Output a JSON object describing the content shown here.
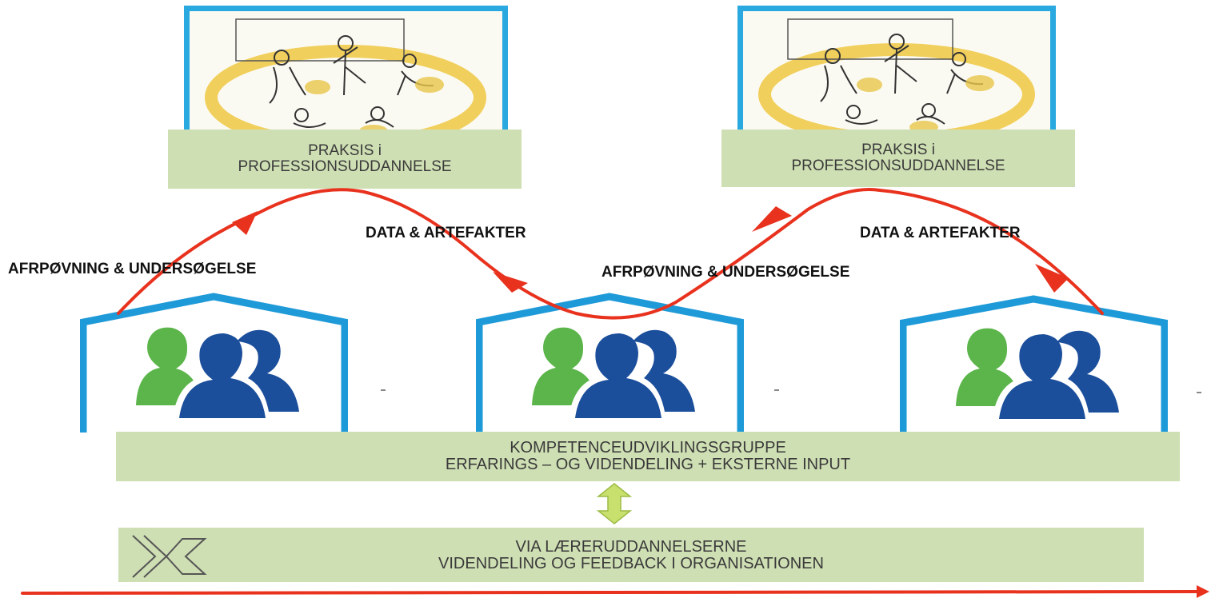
{
  "practice_boxes": [
    {
      "line1": "PRAKSIS i",
      "line2": "PROFESSIONSUDDANNELSE"
    },
    {
      "line1": "PRAKSIS i",
      "line2": "PROFESSIONSUDDANNELSE"
    }
  ],
  "arrow_labels": {
    "data_artefakter_1": "DATA & ARTEFAKTER",
    "data_artefakter_2": "DATA & ARTEFAKTER",
    "afproevning_1": "AFRPØVNING & UNDERSØGELSE",
    "afproevning_2": "AFRPØVNING & UNDERSØGELSE"
  },
  "competence_group": {
    "line1": "KOMPETENCEUDVIKLINGSGRUPPE",
    "line2": "ERFARINGS – OG VIDENDELING + EKSTERNE INPUT"
  },
  "organisation": {
    "line1": "VIA LÆRERUDDANNELSERNE",
    "line2": "VIDENDELING OG FEEDBACK I ORGANISATIONEN"
  },
  "colors": {
    "frame_blue": "#29a9df",
    "label_green": "#cfdfb4",
    "arrow_red": "#e8321e",
    "person_green": "#5bb54a",
    "person_navy": "#1b4e9b",
    "double_arrow": "#c8e06e"
  },
  "icons": [
    "classroom-sketch-illustration",
    "people-group-icon",
    "via-logo-icon",
    "double-arrow-icon"
  ]
}
